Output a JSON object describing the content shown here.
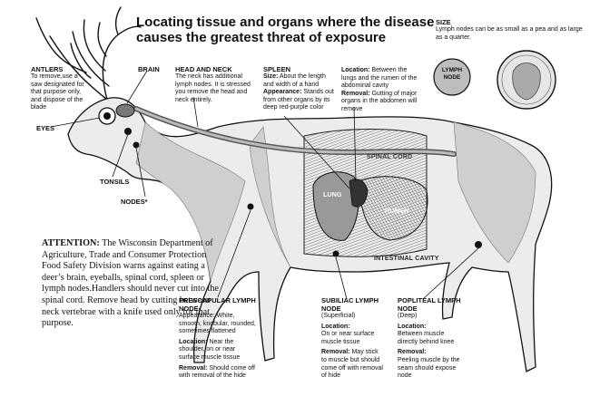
{
  "title": "Locating tissue and organs where the disease causes the greatest threat of exposure",
  "size": {
    "heading": "SIZE",
    "text": "Lymph nodes can be as small as a pea and as large as a quarter.",
    "node_label": "LYMPH NODE"
  },
  "antlers": {
    "heading": "ANTLERS",
    "text": "To remove,use a saw designated for that purpose only, and dispose of the blade"
  },
  "eyes": "EYES",
  "brain": "BRAIN",
  "head_neck": {
    "heading": "HEAD AND NECK",
    "text": "The neck has additional lymph nodes. It is stressed you remove the head and neck entirely."
  },
  "spleen": {
    "heading": "SPLEEN",
    "size_label": "Size:",
    "size_text": "About the length and width of a hand",
    "appearance_label": "Appearance:",
    "appearance_text": "Stands out from other organs by its deep red-purple color"
  },
  "location_top": {
    "location_label": "Location:",
    "location_text": "Between the lungs and the rumen of the abdominal cavity",
    "removal_label": "Removal:",
    "removal_text": "Gutting of major organs in the abdomen will remove"
  },
  "tonsils": "TONSILS",
  "nodes": "NODES*",
  "organs": {
    "spinal_cord": "SPINAL CORD",
    "lung": "LUNG",
    "rumen": "RUMEN",
    "intestinal_cavity": "INTESTINAL CAVITY"
  },
  "attention": {
    "label": "ATTENTION:",
    "text": "The Wisconsin Department of Agriculture, Trade and Consumer Protection Food Safety Division warns against eating a deer’s brain, eyeballs, spinal cord, spleen or lymph nodes.Handlers should never cut into the spinal cord. Remove head by cutting between neck vertebrae with a knife used only for that purpose."
  },
  "prescapular": {
    "heading": "PRESCAPULAR LYMPH NODE",
    "appearance": "Appearance: White, smooth, knobular, rounded, sometimes flattened",
    "location_label": "Location:",
    "location_text": "Near the shoulder, on or near surface muscle tissue",
    "removal_label": "Removal:",
    "removal_text": "Should come off with removal of the hide"
  },
  "subiliac": {
    "heading": "SUBILIAC LYMPH NODE",
    "sub": "(Superficial)",
    "location_label": "Location:",
    "location_text": "On or near surface muscle tissue",
    "removal_label": "Removal:",
    "removal_text": "May stick to muscle but should come off with removal of hide"
  },
  "popliteal": {
    "heading": "POPLITEAL LYMPH NODE",
    "sub": "(Deep)",
    "location_label": "Location:",
    "location_text": "Between muscle directly behind knee",
    "removal_label": "Removal:",
    "removal_text": "Peeling muscle by the seam should expose node"
  }
}
